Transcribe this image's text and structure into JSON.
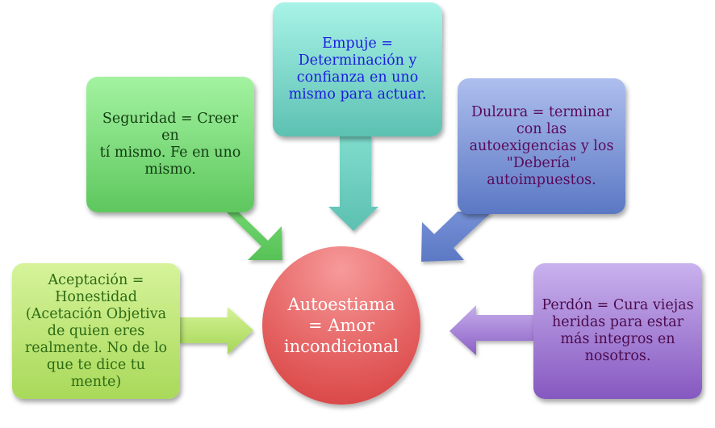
{
  "diagram": {
    "center": {
      "lines": [
        "Autoestiama",
        "= Amor",
        "incondicional"
      ],
      "color": "#e25a5a"
    },
    "nodes": [
      {
        "id": "aceptacion",
        "lines": [
          "Aceptación =",
          "Honestidad",
          "(Acetación Objetiva",
          "de quien eres",
          "realmente. No de lo",
          "que te dice tu mente)"
        ],
        "fill": "#bfe57a",
        "text_color": "#2e6b15",
        "arrow_direction": "right"
      },
      {
        "id": "seguridad",
        "lines": [
          "Seguridad = Creer en",
          "tí mismo. Fe en uno",
          "mismo."
        ],
        "fill": "#7fdd7c",
        "text_color": "#123d12",
        "arrow_direction": "down-right"
      },
      {
        "id": "empuje",
        "lines": [
          "Empuje =",
          "Determinación y",
          "confianza en uno",
          "mismo para actuar."
        ],
        "fill": "#7fd9cb",
        "text_color": "#1b1be0",
        "arrow_direction": "down"
      },
      {
        "id": "dulzura",
        "lines": [
          "Dulzura = terminar",
          "con las",
          "autoexigencias y los",
          "\"Debería\"",
          "autoimpuestos."
        ],
        "fill": "#8297d8",
        "text_color": "#5a0a5a",
        "arrow_direction": "down-left"
      },
      {
        "id": "perdon",
        "lines": [
          "Perdón = Cura viejas",
          "heridas para estar",
          "más integros en",
          "nosotros."
        ],
        "fill": "#a680d6",
        "text_color": "#4c0a4c",
        "arrow_direction": "left"
      }
    ]
  }
}
